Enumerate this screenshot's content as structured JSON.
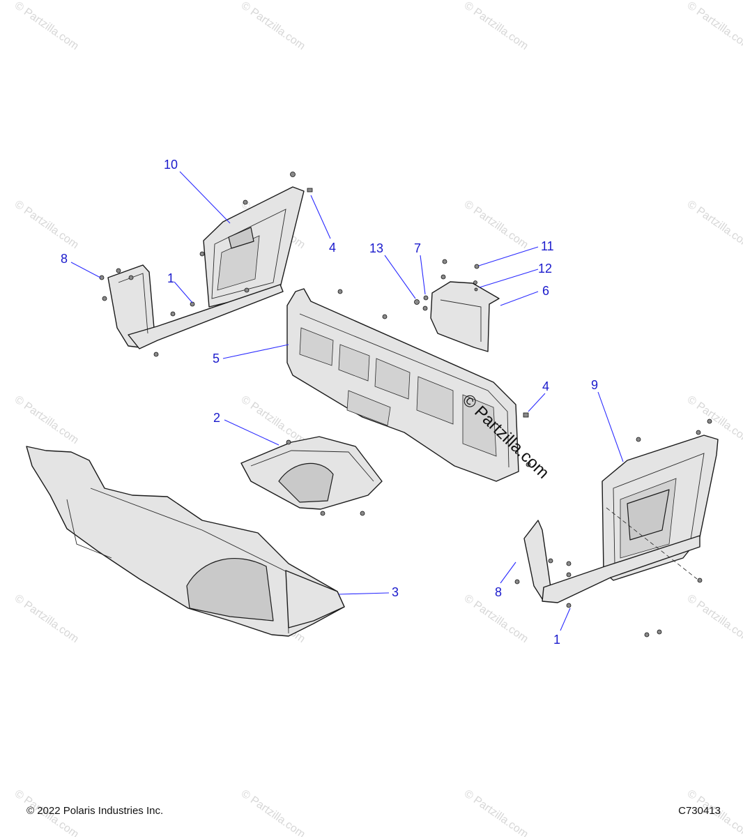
{
  "watermark": {
    "text": "© Partzilla.com",
    "overlay_text": "© Partzilla.com"
  },
  "callouts": [
    "10",
    "4",
    "8",
    "1",
    "13",
    "7",
    "11",
    "12",
    "6",
    "5",
    "4",
    "9",
    "2",
    "3",
    "8",
    "1"
  ],
  "footer": {
    "copyright": "© 2022 Polaris Industries Inc.",
    "diagram_code": "C730413"
  },
  "colors": {
    "callout": "#1a1acc",
    "part_fill": "#e4e4e4",
    "watermark": "#d7d7d7"
  }
}
